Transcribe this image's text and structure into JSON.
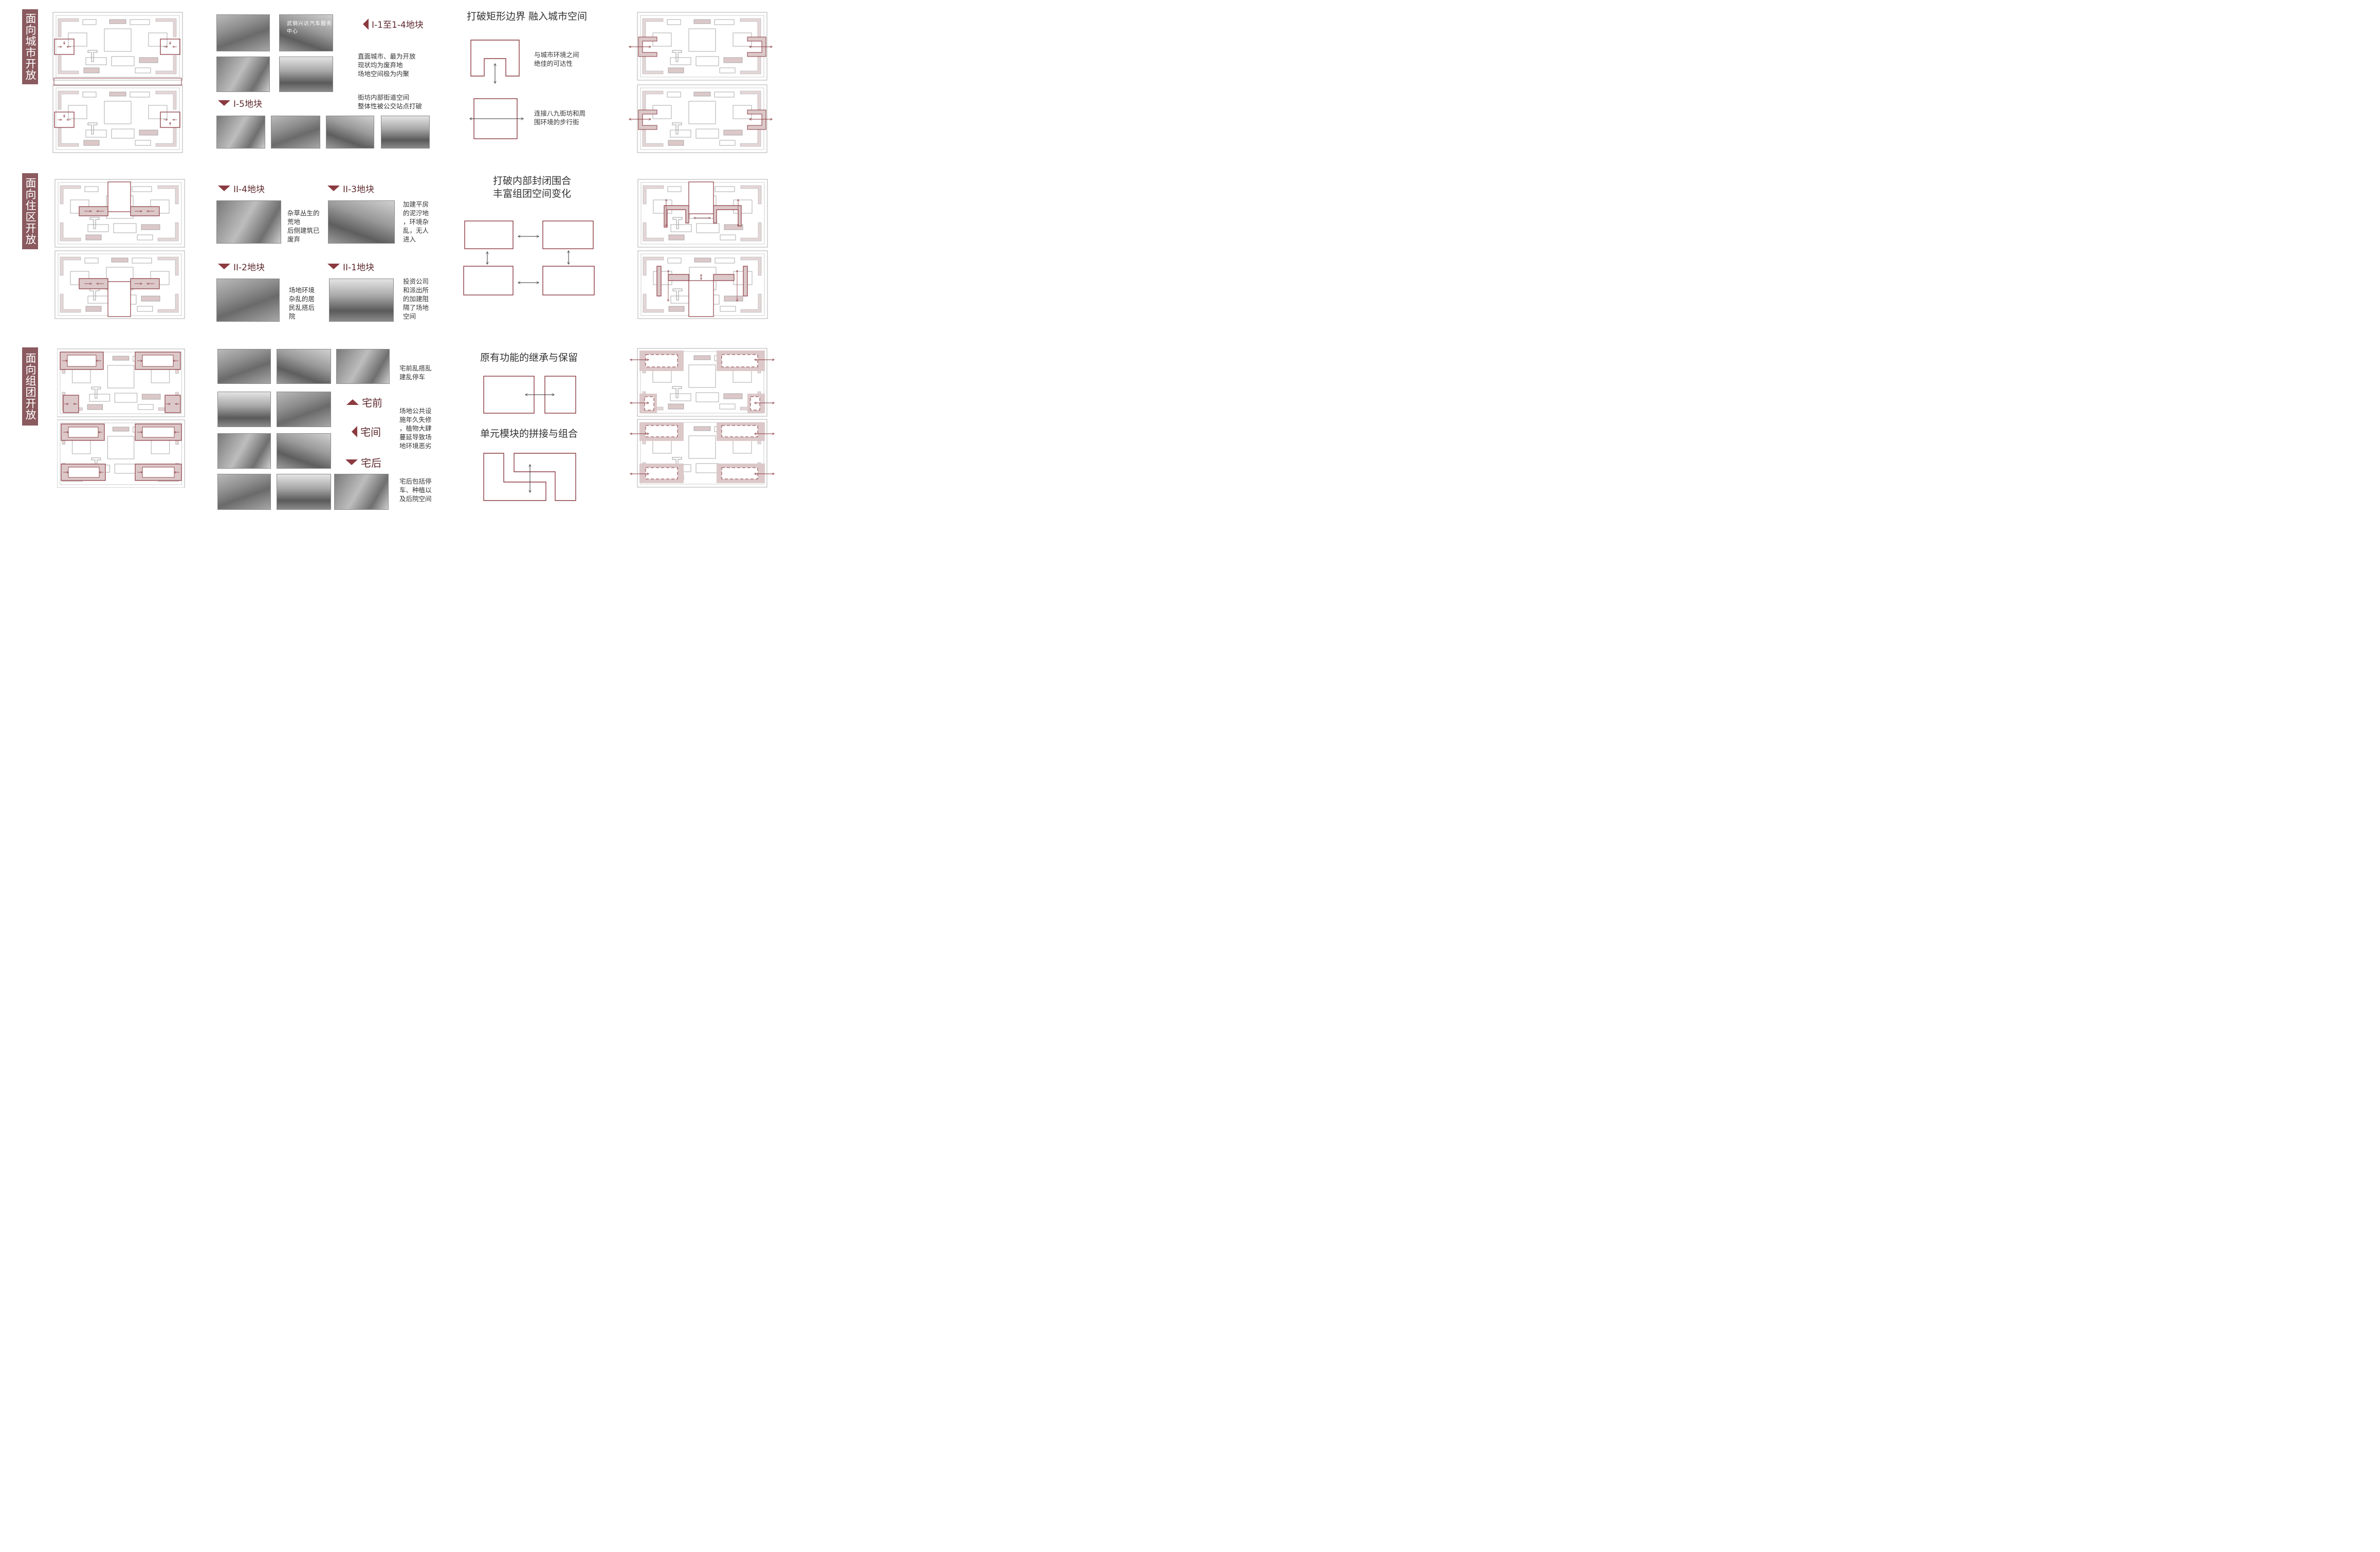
{
  "sidebars": [
    "面向城市开放",
    "面向住区开放",
    "面向组团开放"
  ],
  "row1": {
    "photo_caption": "武钢兴达汽车服务中心",
    "label_a": "I-1至1-4地块",
    "desc_a": [
      "直面城市、最为开放",
      "现状均为废弃地",
      "场地空间极为内聚"
    ],
    "label_b": "I-5地块",
    "desc_b": [
      "街坊内部街道空间",
      "整体性被公交站点打破"
    ],
    "heading": "打破矩形边界 融入城市空间",
    "note_a": [
      "与城市环境之间",
      "绝佳的可达性"
    ],
    "note_b": [
      "连接八九街坊和周",
      "围环境的步行街"
    ]
  },
  "row2": {
    "label_4": "II-4地块",
    "desc_4": [
      "杂草丛生的",
      "荒地",
      "后侧建筑已",
      "废弃"
    ],
    "label_3": "II-3地块",
    "desc_3": [
      "加建平房",
      "的泥泞地",
      "，环境杂",
      "乱，无人",
      "进入"
    ],
    "label_2": "II-2地块",
    "desc_2": [
      "场地环境",
      "杂乱的居",
      "民乱搭后",
      "院"
    ],
    "label_1": "II-1地块",
    "desc_1": [
      "投资公司",
      "和派出所",
      "的加建阻",
      "隔了场地",
      "空间"
    ],
    "heading": [
      "打破内部封闭围合",
      "丰富组团空间变化"
    ]
  },
  "row3": {
    "desc_a": [
      "宅前乱搭乱",
      "建乱停车"
    ],
    "desc_b": [
      "场地公共设",
      "施年久失修",
      "，植物大肆",
      "蔓延导致场",
      "地环境恶劣"
    ],
    "desc_c": [
      "宅后包括停",
      "车、种植以",
      "及后院空间"
    ],
    "label_front": "宅前",
    "label_middle": "宅间",
    "label_back": "宅后",
    "heading_a": "原有功能的继承与保留",
    "heading_b": "单元模块的拼接与组合"
  },
  "colors": {
    "accent": "#8a3a40",
    "sidebar": "#8a5a5e",
    "fill": "#dcc8c9"
  }
}
